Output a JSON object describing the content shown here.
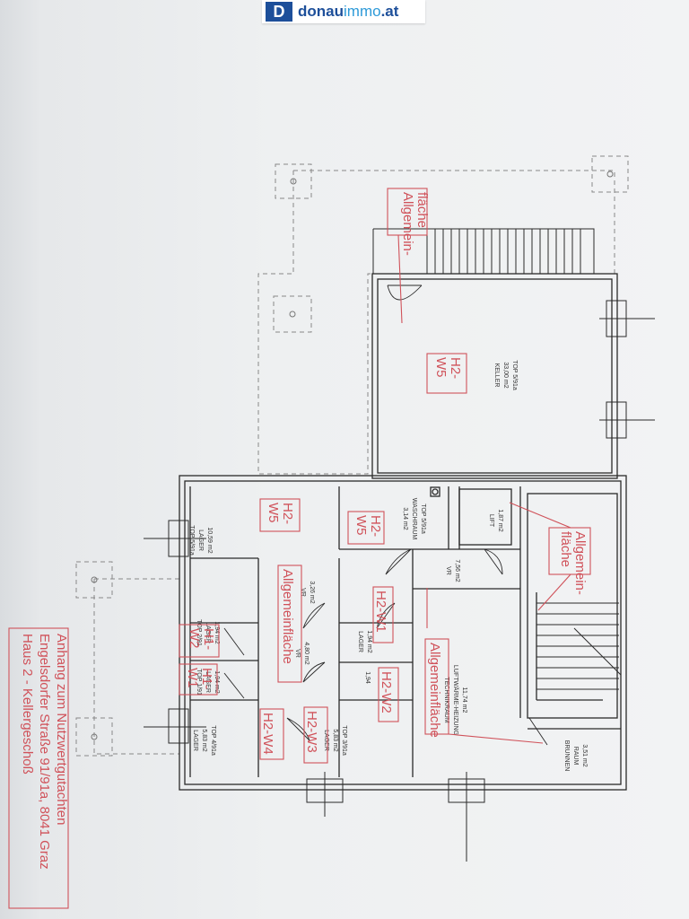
{
  "logo": {
    "mark": "D",
    "brand_bold": "donau",
    "brand_light": "immo",
    "brand_tld": ".at"
  },
  "caption": {
    "line1": "Anhang zum Nutzwertgutachten",
    "line2": "Engelsdorfer Straße 91/91a, 8041 Graz",
    "line3": "Haus 2 - Kellergeschoß"
  },
  "rooms": {
    "keller": {
      "name": "KELLER",
      "area": "33,00 m2",
      "top": "TOP 5/91a"
    },
    "waschraum": {
      "top": "TOP 5/91a",
      "name": "WASCHRAUM",
      "area": "3,14 m2"
    },
    "lift": {
      "name": "LIFT",
      "area": "1,87 m2"
    },
    "lager_left": {
      "top": "TOP 5/91a",
      "name": "LAGER",
      "area": "10,59 m2"
    },
    "vr_center": {
      "name": "VR",
      "area": "3,26 m2"
    },
    "vr_right": {
      "name": "VR",
      "area": "7,56 m2"
    },
    "vr_lower": {
      "name": "VR",
      "area": "4,80 m2"
    },
    "lager_top2": {
      "top": "TOP 2/91",
      "name": "LAGER",
      "area": "1,94 m2"
    },
    "lager_top1": {
      "top": "TOP 1/91",
      "name": "LAGER",
      "area": "1,94 m2"
    },
    "lager_mid1": {
      "name": "LAGER",
      "area": "1,94 m2"
    },
    "lager_mid2": {
      "name": "LAGER",
      "area": "1,94"
    },
    "lager_top4": {
      "name": "LAGER",
      "area": "5,83 m2",
      "top": "TOP 4/91a"
    },
    "lager_top3": {
      "name": "LAGER",
      "area": "5,83 m2",
      "top": "TOP 3/91a"
    },
    "technik": {
      "name": "TECHNIKRAUM",
      "sub": "LUFTWÄRME-HEIZUNG",
      "area": "11,74 m2"
    },
    "brunnen": {
      "name": "BRUNNEN",
      "name2": "RAUM",
      "area": "3,51 m2"
    }
  },
  "annotations": {
    "allg_top_1": "Allgemein-",
    "allg_top_2": "fläche",
    "allg_right_1": "Allgemein-",
    "allg_right_2": "fläche",
    "allg_center": "Allgemeinfläche",
    "allg_right_long": "Allgemeinfläche",
    "h2w5_keller_1": "H2-",
    "h2w5_keller_2": "W5",
    "h2w5_lager_1": "H2-",
    "h2w5_lager_2": "W5",
    "h2w5_wasch_1": "H2-",
    "h2w5_wasch_2": "W5",
    "h2w1": "H2-W1",
    "h2w2": "H2-W2",
    "h2w3": "H2-W3",
    "h2w4": "H2-W4",
    "h1w2_1": "H1-",
    "h1w2_2": "W2",
    "h1w1_1": "H1-",
    "h1w1_2": "W1"
  }
}
